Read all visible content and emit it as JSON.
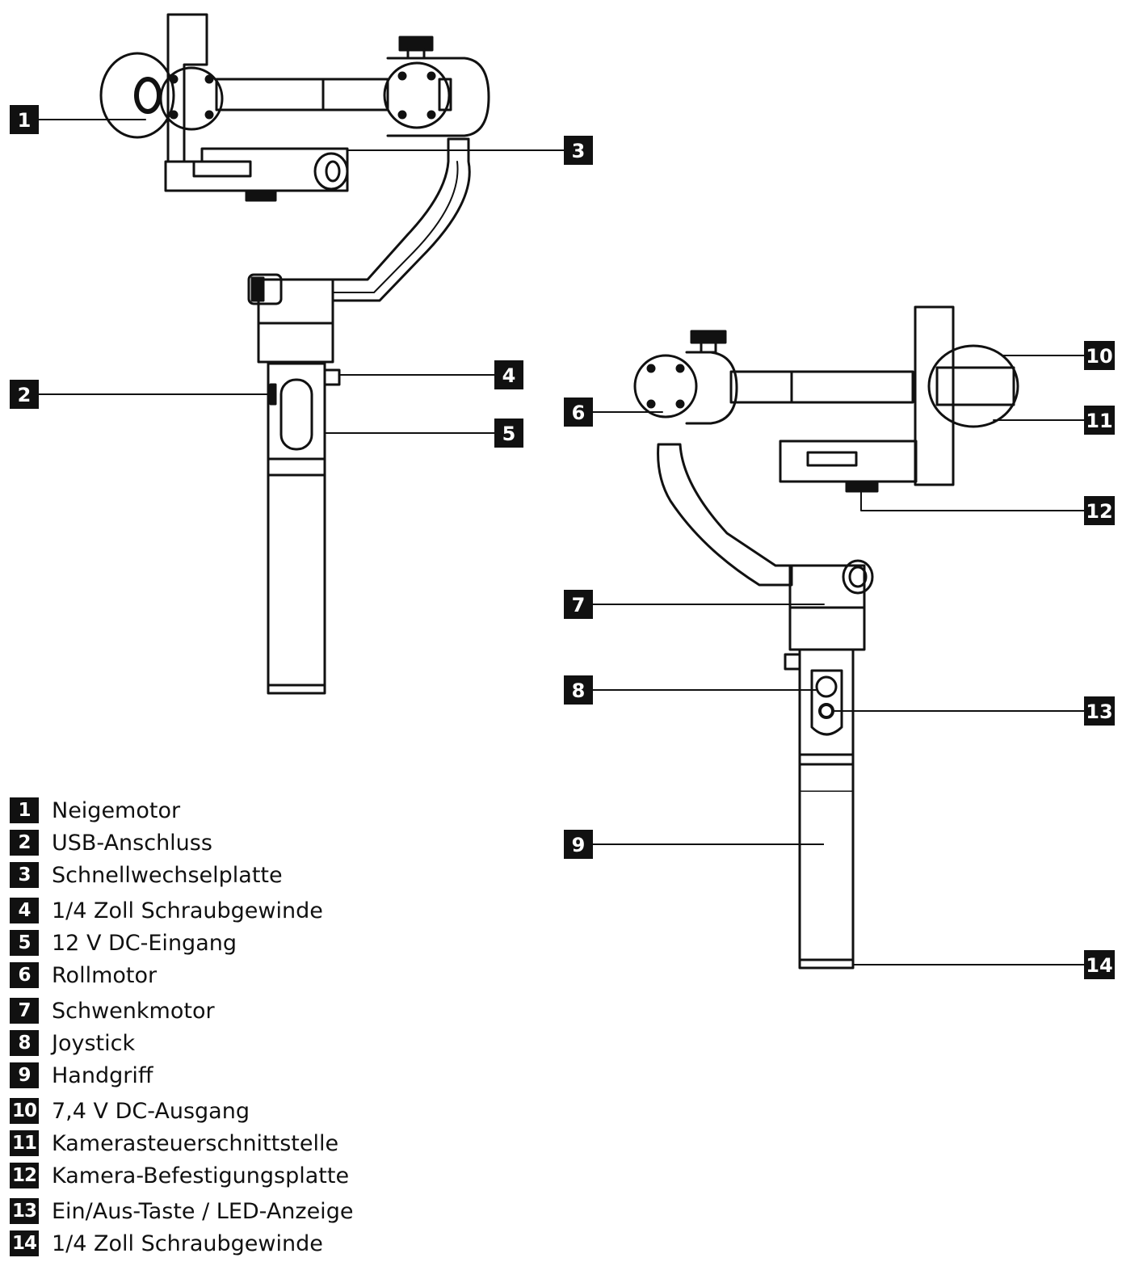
{
  "callouts": [
    {
      "num": "1"
    },
    {
      "num": "2"
    },
    {
      "num": "3"
    },
    {
      "num": "4"
    },
    {
      "num": "5"
    },
    {
      "num": "6"
    },
    {
      "num": "7"
    },
    {
      "num": "8"
    },
    {
      "num": "9"
    },
    {
      "num": "10"
    },
    {
      "num": "11"
    },
    {
      "num": "12"
    },
    {
      "num": "13"
    },
    {
      "num": "14"
    }
  ],
  "legend": [
    {
      "num": "1",
      "label": "Neigemotor"
    },
    {
      "num": "2",
      "label": "USB-Anschluss"
    },
    {
      "num": "3",
      "label": "Schnellwechselplatte"
    },
    {
      "num": "4",
      "label": "1/4 Zoll Schraubgewinde"
    },
    {
      "num": "5",
      "label": "12 V DC-Eingang"
    },
    {
      "num": "6",
      "label": "Rollmotor"
    },
    {
      "num": "7",
      "label": "Schwenkmotor"
    },
    {
      "num": "8",
      "label": "Joystick"
    },
    {
      "num": "9",
      "label": "Handgriff"
    },
    {
      "num": "10",
      "label": "7,4 V DC-Ausgang"
    },
    {
      "num": "11",
      "label": "Kamerasteuerschnittstelle"
    },
    {
      "num": "12",
      "label": "Kamera-Befestigungsplatte"
    },
    {
      "num": "13",
      "label": "Ein/Aus-Taste / LED-Anzeige"
    },
    {
      "num": "14",
      "label": "1/4 Zoll Schraubgewinde"
    }
  ]
}
